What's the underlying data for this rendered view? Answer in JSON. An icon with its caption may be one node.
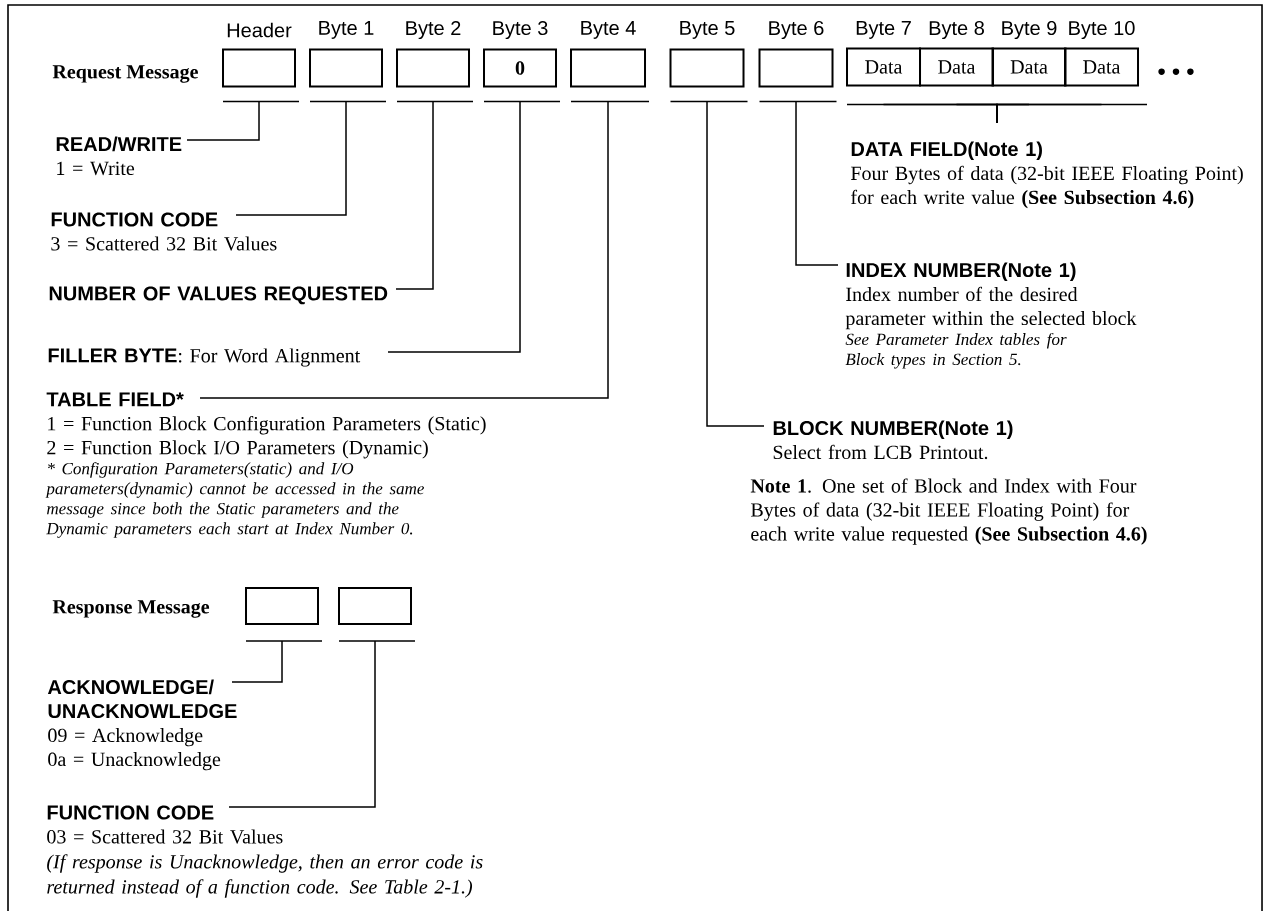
{
  "diagram": {
    "nodes": [
      {
        "text": [
          "Header"
        ]
      },
      {
        "text": [
          "Byte 1"
        ]
      },
      {
        "text": [
          "Byte 2"
        ]
      },
      {
        "text": [
          "Byte 3",
          "0"
        ]
      },
      {
        "text": [
          "Byte 4"
        ]
      },
      {
        "text": [
          "Byte 5"
        ]
      },
      {
        "text": [
          "Byte 6"
        ]
      },
      {
        "text": [
          "Byte 7",
          "Data"
        ]
      },
      {
        "text": [
          "Byte 8",
          "Data"
        ]
      },
      {
        "text": [
          "Byte 9",
          "Data"
        ]
      },
      {
        "text": [
          "Byte 10",
          "Data"
        ],
        "beside": [
          "• • •"
        ]
      },
      {
        "text": [
          "READ/WRITE",
          "1 = Write"
        ]
      },
      {
        "text": [
          "DATA FIELD(Note 1)",
          "Four Bytes of data (32-bit IEEE Floating Point) for each write value **(See Subsection 4.6)**"
        ]
      },
      {
        "text": [
          "FUNCTION CODE",
          "3 = Scattered 32 Bit Values"
        ]
      },
      {
        "text": [
          "INDEX NUMBER(Note 1)",
          "Index number of the desired parameter within the selected block",
          "See Parameter Index tables for Block types in Section 5."
        ]
      },
      {
        "text": [
          "NUMBER OF VALUES REQUESTED"
        ]
      },
      {
        "text": [
          "FILLER BYTE",
          ": For Word Alignment"
        ]
      },
      {
        "text": [
          "TABLE FIELD*",
          "1 = Function Block Configuration Parameters (Static)",
          "2 = Function Block I/O Parameters (Dynamic)",
          "* Configuration Parameters(static) and I/O parameters(dynamic) cannot be accessed in the same message since both the Static parameters and the Dynamic parameters each start at Index Number 0."
        ]
      },
      {
        "text": [
          "BLOCK NUMBER(Note 1)",
          "Select from LCB Printout."
        ]
      },
      {
        "text": [],
        "shape": "box"
      },
      {
        "text": [],
        "shape": "box"
      },
      {
        "text": [
          "ACKNOWLEDGE/ UNACKNOWLEDGE",
          "09 = Acknowledge",
          "0a = Unacknowledge"
        ]
      },
      {
        "text": [
          "FUNCTION CODE",
          "03 = Scattered 32 Bit Values",
          "(If response is Unacknowledge, then an error code is returned instead of a function code. See Table 2-1.)"
        ]
      }
    ],
    "edges": [
      {
        "from": 11,
        "to": 0,
        "arrow": "none"
      },
      {
        "from": 12,
        "to": 7,
        "arrow": "none"
      },
      {
        "from": 12,
        "to": 8,
        "arrow": "none"
      },
      {
        "from": 12,
        "to": 9,
        "arrow": "none"
      },
      {
        "from": 12,
        "to": 10,
        "arrow": "none"
      },
      {
        "from": 13,
        "to": 1,
        "arrow": "none"
      },
      {
        "from": 14,
        "to": 6,
        "arrow": "none"
      },
      {
        "from": 15,
        "to": 2,
        "arrow": "none"
      },
      {
        "from": 16,
        "to": 3,
        "arrow": "none"
      },
      {
        "from": 17,
        "to": 4,
        "arrow": "none"
      },
      {
        "from": 18,
        "to": 5,
        "arrow": "none"
      },
      {
        "from": 21,
        "to": 19,
        "arrow": "none"
      },
      {
        "from": 22,
        "to": 20,
        "arrow": "none"
      }
    ],
    "labels": [
      "Request Message",
      "**Note 1**. One set of Block and Index with Four Bytes of data (32-bit IEEE Floating Point) for each write value requested **(See Subsection 4.6)**",
      "Response Message"
    ]
  }
}
